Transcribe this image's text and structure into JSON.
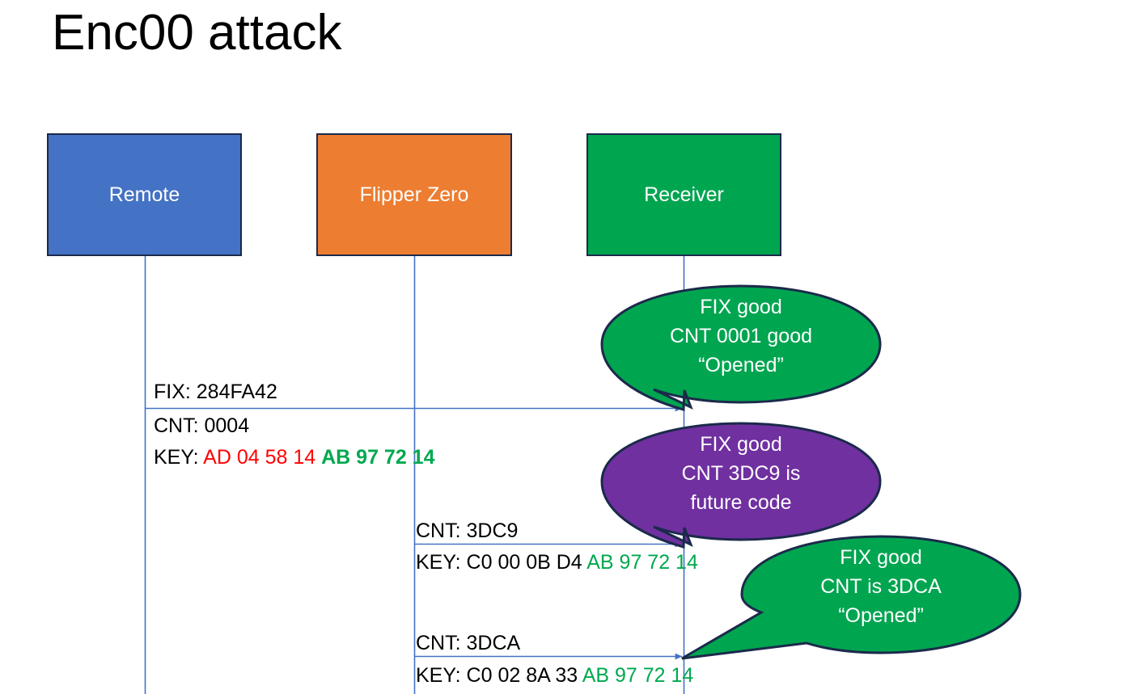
{
  "slide": {
    "title": "Enc00 attack"
  },
  "actors": [
    {
      "id": "remote",
      "label": "Remote",
      "color": "#4472C4"
    },
    {
      "id": "flipper",
      "label": "Flipper Zero",
      "color": "#ED7D31"
    },
    {
      "id": "receiver",
      "label": "Receiver",
      "color": "#00A550"
    }
  ],
  "messages": [
    {
      "id": "msg1",
      "from": "remote",
      "to": "receiver",
      "fix_label": "FIX: 284FA42",
      "cnt_label": "CNT: 0004",
      "key_prefix": "KEY: ",
      "key_part1": "AD 04 58 14",
      "key_part2": "AB 97 72 14"
    },
    {
      "id": "msg2",
      "from": "flipper",
      "to": "receiver",
      "cnt_label": "CNT: 3DC9",
      "key_prefix": "KEY: C0 00 0B D4 ",
      "key_part2": "AB 97 72 14"
    },
    {
      "id": "msg3",
      "from": "flipper",
      "to": "receiver",
      "cnt_label": "CNT: 3DCA",
      "key_prefix": "KEY: C0 02 8A 33 ",
      "key_part2": "AB 97 72 14"
    }
  ],
  "callouts": [
    {
      "id": "callout-1",
      "color": "#00A550",
      "line1": "FIX good",
      "line2": "CNT 0001 good",
      "line3": "“Opened”"
    },
    {
      "id": "callout-2",
      "color": "#7030A0",
      "line1": "FIX good",
      "line2": "CNT 3DC9 is",
      "line3": "future code"
    },
    {
      "id": "callout-3",
      "color": "#00A550",
      "line1": "FIX good",
      "line2": "CNT is 3DCA",
      "line3": "“Opened”"
    }
  ],
  "colors": {
    "blue": "#4472C4",
    "orange": "#ED7D31",
    "green": "#00A550",
    "purple": "#7030A0",
    "red": "#FF0000",
    "key_green": "#00A84F",
    "line": "#4472C4",
    "box_border": "#1b2a4a"
  }
}
